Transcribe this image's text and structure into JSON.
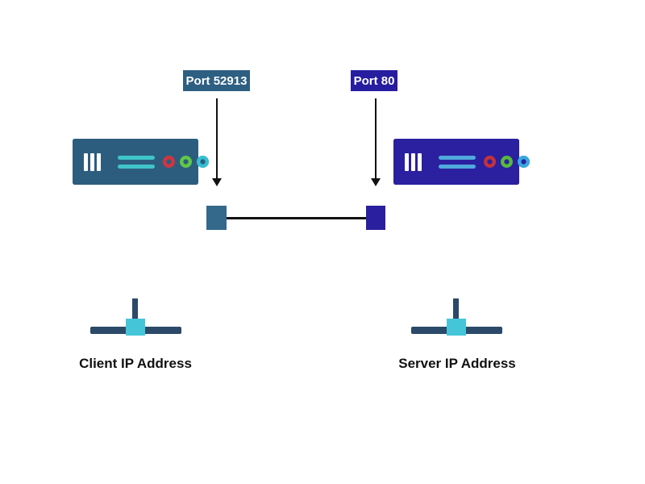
{
  "diagram": {
    "client": {
      "port_label": "Port 52913",
      "address_label": "Client IP Address",
      "server_unit_count": 3
    },
    "server": {
      "port_label": "Port 80",
      "address_label": "Server IP Address",
      "server_unit_count": 3
    }
  },
  "colors": {
    "background": "#ffffff",
    "client_body": "#2d5d7e",
    "client_accent": "#3fc5c8",
    "client_connector": "#34698c",
    "client_dot_red": "#d23440",
    "client_dot_green": "#5fc848",
    "client_dot_blue": "#38bed0",
    "port_client_bg": "#2d5f82",
    "server_body": "#2a20a0",
    "server_accent": "#4fa9dc",
    "server_connector": "#2a1f9e",
    "server_dot_red": "#c4313c",
    "server_dot_green": "#58ba3a",
    "server_dot_blue": "#38a8dc",
    "port_server_bg": "#261da0",
    "hub_dark": "#2b4968",
    "hub_node": "#45c6d8",
    "line_black": "#111111",
    "text_black": "#111111"
  }
}
